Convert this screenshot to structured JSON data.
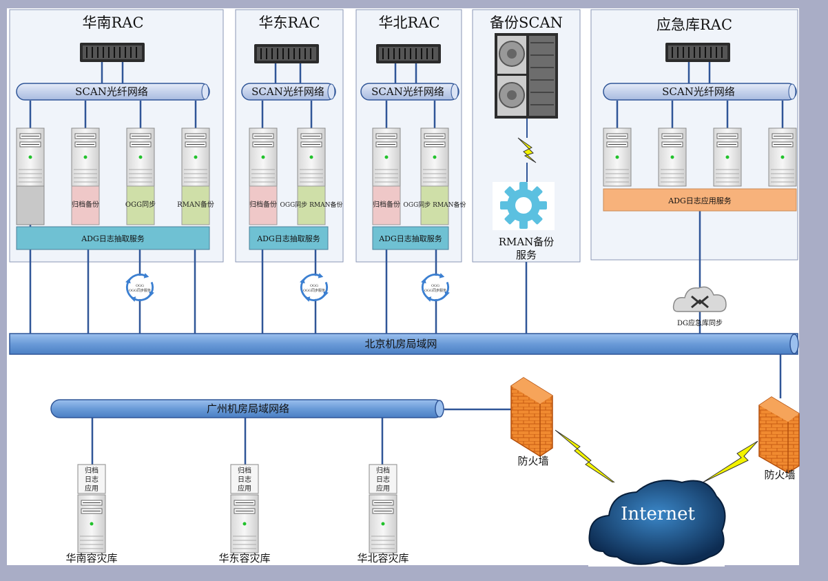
{
  "clusters": {
    "huanan": {
      "title": "华南RAC",
      "scan": "SCAN光纤网络",
      "service": "ADG日志抽取服务",
      "roles": [
        "",
        "归档备份",
        "OGG同步",
        "RMAN备份"
      ]
    },
    "huadong": {
      "title": "华东RAC",
      "scan": "SCAN光纤网络",
      "service": "ADG日志抽取服务",
      "roles": [
        "归档备份",
        "OGG同步 RMAN备份"
      ]
    },
    "huabei": {
      "title": "华北RAC",
      "scan": "SCAN光纤网络",
      "service": "ADG日志抽取服务",
      "roles": [
        "归档备份",
        "OGG同步 RMAN备份"
      ]
    },
    "backup": {
      "title": "备份SCAN",
      "service_line1": "RMAN备份",
      "service_line2": "服务"
    },
    "emergency": {
      "title": "应急库RAC",
      "scan": "SCAN光纤网络",
      "service": "ADG日志应用服务"
    }
  },
  "ogg_label": "OGG同步服务",
  "dg_label": "DG应急库同步",
  "networks": {
    "beijing": "北京机房局域网",
    "guangzhou": "广州机房局域网络"
  },
  "firewalls": {
    "left": "防火墙",
    "right": "防火墙"
  },
  "internet": "Internet",
  "dr_sites": [
    {
      "label": "华南容灾库",
      "box": [
        "归档",
        "日志",
        "应用"
      ]
    },
    {
      "label": "华东容灾库",
      "box": [
        "归档",
        "日志",
        "应用"
      ]
    },
    {
      "label": "华北容灾库",
      "box": [
        "归档",
        "日志",
        "应用"
      ]
    }
  ],
  "colors": {
    "pipe": "#6a9bd8",
    "service_box": "#6fc1d3",
    "emergency_service": "#f7b27b",
    "archive_box": "#efc8c8",
    "ogg_box": "#cfdfa8",
    "line": "#2f5597",
    "bolt": "#f3f300"
  }
}
